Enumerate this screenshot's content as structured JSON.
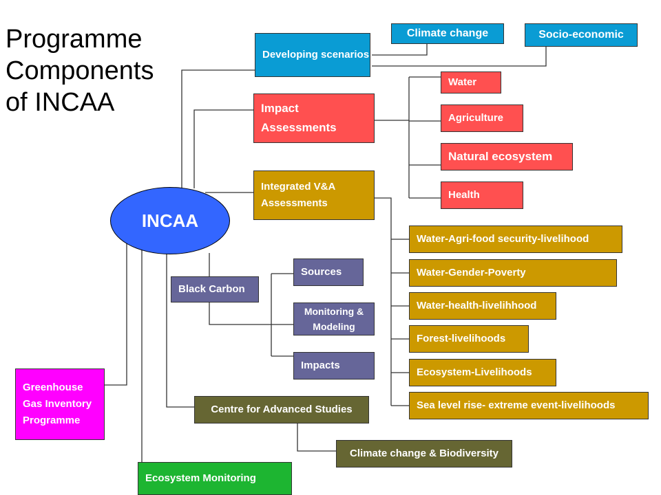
{
  "title": {
    "line1": "Programme",
    "line2": "Components",
    "line3": "of INCAA"
  },
  "center": "INCAA",
  "nodes": {
    "developing_scenarios": "Developing scenarios",
    "climate_change": "Climate change",
    "socio_economic": "Socio-economic",
    "impact_assessments": "Impact Assessments",
    "water": "Water",
    "agriculture": "Agriculture",
    "natural_ecosystem": "Natural ecosystem",
    "health": "Health",
    "integrated_va": "Integrated V&A Assessments",
    "water_agri_food": "Water-Agri-food security-livelihood",
    "water_gender_poverty": "Water-Gender-Poverty",
    "water_health": "Water-health-livelihhood",
    "forest_livelihoods": "Forest-livelihoods",
    "ecosystem_livelihoods": "Ecosystem-Livelihoods",
    "sea_level": "Sea level rise- extreme event-livelihoods",
    "black_carbon": "Black Carbon",
    "sources": "Sources",
    "monitoring_modeling": "Monitoring & Modeling",
    "impacts": "Impacts",
    "centre_advanced": "Centre for Advanced Studies",
    "cc_biodiversity": "Climate change & Biodiversity",
    "ghg_inventory": "Greenhouse Gas Inventory Programme",
    "ecosystem_monitoring": "Ecosystem Monitoring"
  }
}
